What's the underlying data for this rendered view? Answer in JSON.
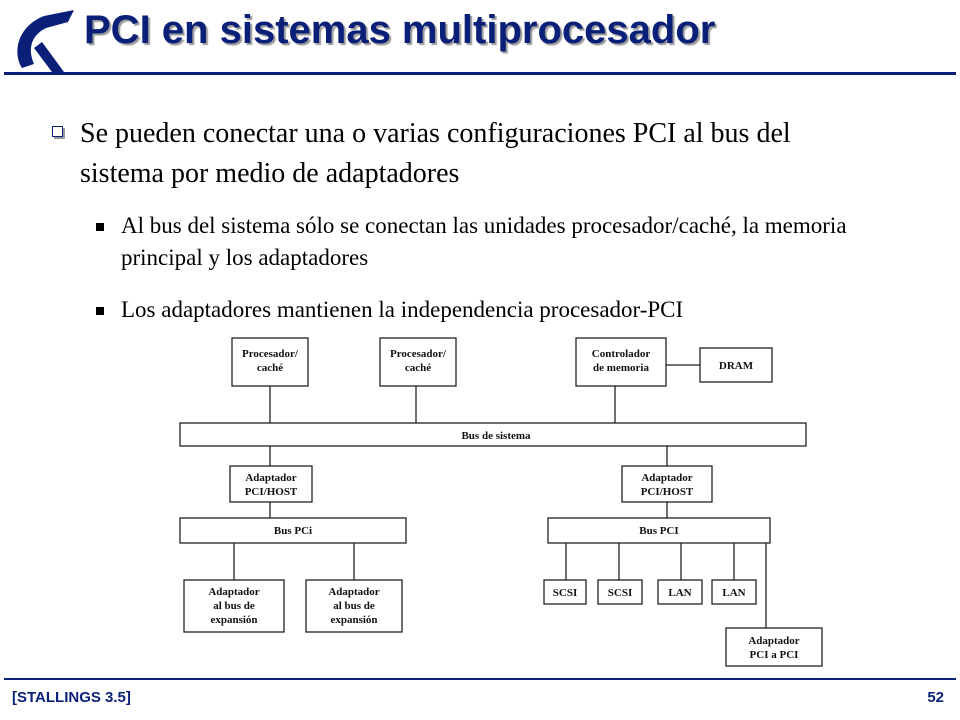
{
  "slide": {
    "title": "PCI en sistemas multiprocesador",
    "bullet_main": "Se pueden conectar una o varias configuraciones PCI al bus del sistema por medio de adaptadores",
    "sub_bullets": [
      "Al bus del sistema sólo se conectan las unidades procesador/caché, la memoria principal y los adaptadores",
      "Los adaptadores mantienen la independencia procesador-PCI"
    ],
    "footer_ref": "[STALLINGS 3.5]",
    "page_number": "52"
  },
  "diagram": {
    "processor1": [
      "Procesador/",
      "caché"
    ],
    "processor2": [
      "Procesador/",
      "caché"
    ],
    "memory_controller": [
      "Controlador",
      "de memoria"
    ],
    "dram": "DRAM",
    "system_bus": "Bus de sistema",
    "adapter_left": [
      "Adaptador",
      "PCI/HOST"
    ],
    "adapter_right": [
      "Adaptador",
      "PCI/HOST"
    ],
    "bus_left": "Bus PCi",
    "bus_right": "Bus PCI",
    "expansion1": [
      "Adaptador",
      "al bus de",
      "expansión"
    ],
    "expansion2": [
      "Adaptador",
      "al bus de",
      "expansión"
    ],
    "devices": [
      "SCSI",
      "SCSI",
      "LAN",
      "LAN"
    ],
    "pci_pci": [
      "Adaptador",
      "PCI a PCI"
    ]
  },
  "colors": {
    "title": "#0a1f78",
    "rule": "#0a1f78",
    "shadow": "#9a9a9a"
  }
}
